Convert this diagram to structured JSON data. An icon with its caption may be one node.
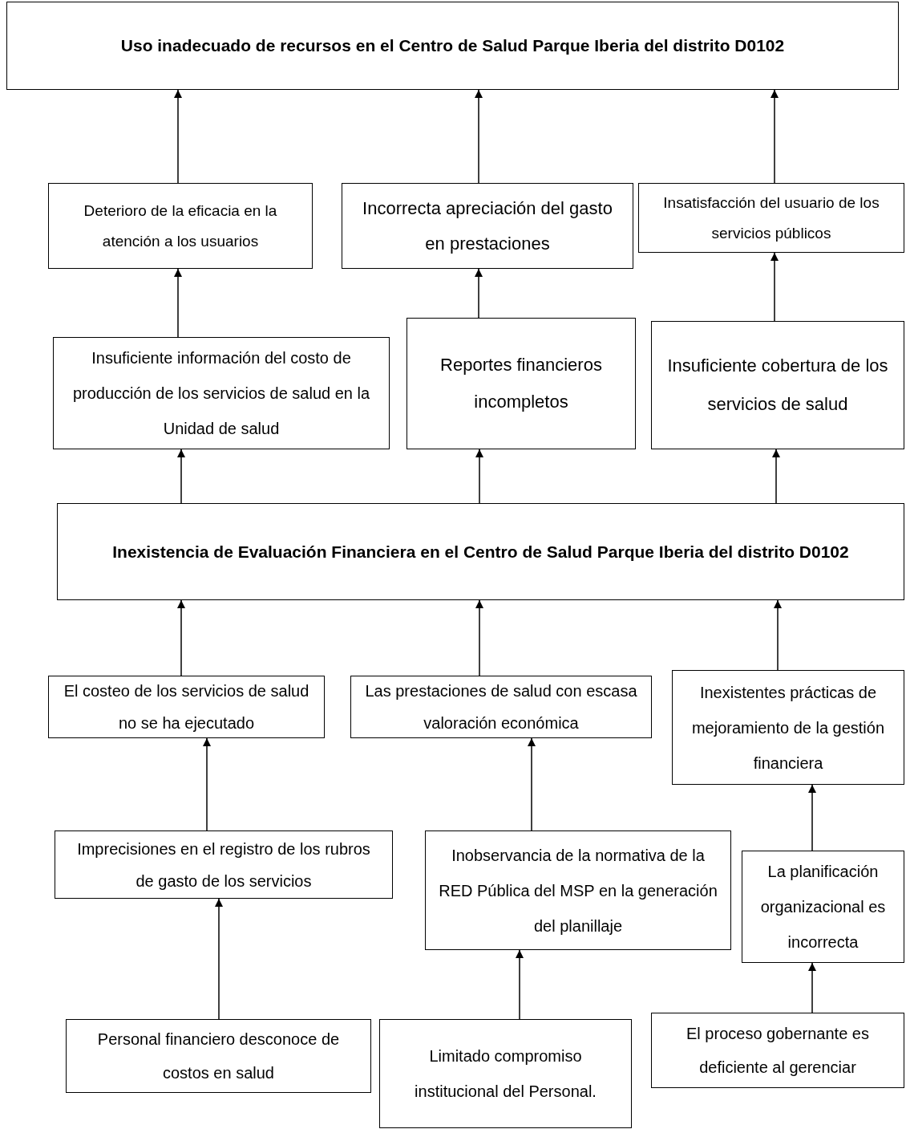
{
  "diagram": {
    "nodes": [
      {
        "text": [
          "Uso inadecuado de recursos en el Centro de Salud Parque Iberia del distrito D0102"
        ]
      },
      {
        "text": [
          "Deterioro de la eficacia en la atención a los usuarios"
        ]
      },
      {
        "text": [
          "Incorrecta apreciación del gasto en prestaciones"
        ]
      },
      {
        "text": [
          "Insatisfacción del usuario de los servicios públicos"
        ]
      },
      {
        "text": [
          "Insuficiente información del costo de producción de los servicios de salud en la Unidad de salud"
        ]
      },
      {
        "text": [
          "Reportes financieros incompletos"
        ]
      },
      {
        "text": [
          "Insuficiente cobertura de los servicios de salud"
        ]
      },
      {
        "text": [
          "Inexistencia de Evaluación Financiera en el Centro de Salud Parque Iberia del distrito D0102"
        ]
      },
      {
        "text": [
          "El costeo de los servicios de salud no se ha ejecutado"
        ]
      },
      {
        "text": [
          "Las prestaciones de salud con escasa valoración económica"
        ]
      },
      {
        "text": [
          "Inexistentes prácticas de mejoramiento de la gestión financiera"
        ]
      },
      {
        "text": [
          "Imprecisiones en el registro de los rubros de gasto de los servicios"
        ]
      },
      {
        "text": [
          "Inobservancia de la normativa de la RED Pública del MSP en la generación del planillaje"
        ]
      },
      {
        "text": [
          "La planificación organizacional es incorrecta"
        ]
      },
      {
        "text": [
          "Personal financiero desconoce de costos en salud"
        ]
      },
      {
        "text": [
          "Limitado compromiso institucional del Personal."
        ]
      },
      {
        "text": [
          "El proceso gobernante es deficiente al gerenciar"
        ]
      }
    ],
    "edges": [
      {
        "from": 1,
        "to": 0,
        "arrow": "to"
      },
      {
        "from": 2,
        "to": 0,
        "arrow": "to"
      },
      {
        "from": 3,
        "to": 0,
        "arrow": "to"
      },
      {
        "from": 4,
        "to": 1,
        "arrow": "to"
      },
      {
        "from": 5,
        "to": 2,
        "arrow": "to"
      },
      {
        "from": 6,
        "to": 3,
        "arrow": "to"
      },
      {
        "from": 7,
        "to": 4,
        "arrow": "to"
      },
      {
        "from": 7,
        "to": 5,
        "arrow": "to"
      },
      {
        "from": 7,
        "to": 6,
        "arrow": "to"
      },
      {
        "from": 8,
        "to": 7,
        "arrow": "to"
      },
      {
        "from": 9,
        "to": 7,
        "arrow": "to"
      },
      {
        "from": 10,
        "to": 7,
        "arrow": "to"
      },
      {
        "from": 11,
        "to": 8,
        "arrow": "to"
      },
      {
        "from": 12,
        "to": 9,
        "arrow": "to"
      },
      {
        "from": 13,
        "to": 10,
        "arrow": "to"
      },
      {
        "from": 14,
        "to": 11,
        "arrow": "to"
      },
      {
        "from": 15,
        "to": 12,
        "arrow": "to"
      },
      {
        "from": 16,
        "to": 13,
        "arrow": "to"
      }
    ]
  }
}
